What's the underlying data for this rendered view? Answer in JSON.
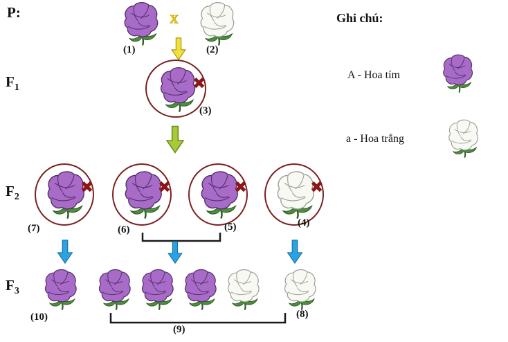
{
  "labels": {
    "p": "P:",
    "f1_base": "F",
    "f1_sub": "1",
    "f2_base": "F",
    "f2_sub": "2",
    "f3_base": "F",
    "f3_sub": "3",
    "cross_symbol": "x",
    "self_mark": "✖"
  },
  "numbers": {
    "n1": "(1)",
    "n2": "(2)",
    "n3": "(3)",
    "n4": "(4)",
    "n5": "(5)",
    "n6": "(6)",
    "n7": "(7)",
    "n8": "(8)",
    "n9": "(9)",
    "n10": "(10)"
  },
  "legend": {
    "title": "Ghi chú:",
    "item_purple": "A - Hoa tím",
    "item_white": "a - Hoa trắng"
  },
  "colors": {
    "purple": "#a96bc8",
    "purple_stroke": "#53306b",
    "white_flower": "#f9f9f3",
    "white_stroke": "#9aa29a",
    "leaf": "#4e8c3f",
    "leafdark": "#2f5e23",
    "circle_stroke": "#7a2020",
    "self_mark": "#8b1717",
    "cross_x": "#e3c312",
    "arrow_yellow": "#f2e13c",
    "arrow_green": "#a9c93c",
    "arrow_blue": "#2ba3e0"
  }
}
